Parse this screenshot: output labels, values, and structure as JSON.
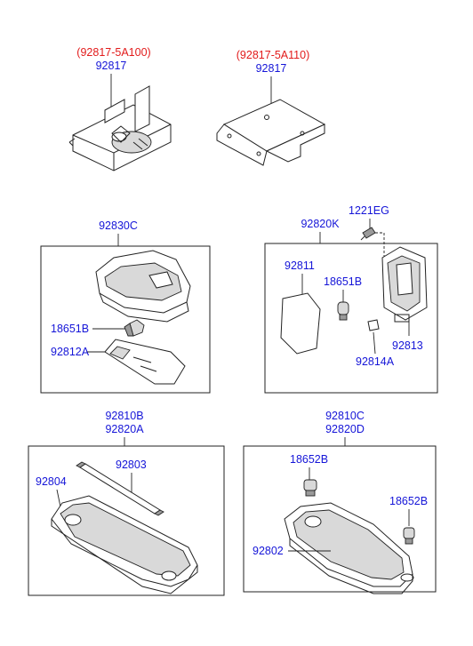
{
  "labels": {
    "p_92817_5a100": "(92817-5A100)",
    "p_92817_a": "92817",
    "p_92817_5a110": "(92817-5A110)",
    "p_92817_b": "92817",
    "p_92830c": "92830C",
    "p_92820k": "92820K",
    "p_1221eg": "1221EG",
    "p_92811": "92811",
    "p_18651b_right": "18651B",
    "p_92813": "92813",
    "p_92814a": "92814A",
    "p_18651b_left": "18651B",
    "p_92812a": "92812A",
    "p_92810b": "92810B",
    "p_92820a": "92820A",
    "p_92803": "92803",
    "p_92804": "92804",
    "p_92810c": "92810C",
    "p_92820d": "92820D",
    "p_18652b_top": "18652B",
    "p_18652b_right": "18652B",
    "p_92802": "92802"
  },
  "colors": {
    "label": "#1515d8",
    "label_highlight": "#e21b1b",
    "line": "#222222"
  }
}
